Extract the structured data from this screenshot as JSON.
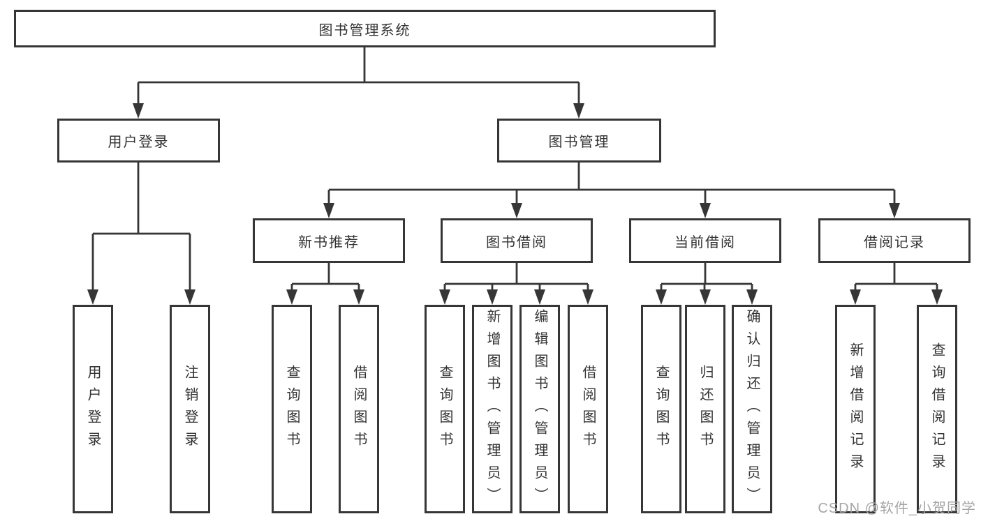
{
  "diagram": {
    "root": {
      "label": "图书管理系统"
    },
    "branches": [
      {
        "label": "用户登录"
      },
      {
        "label": "图书管理"
      }
    ],
    "modules": [
      {
        "label": "新书推荐"
      },
      {
        "label": "图书借阅"
      },
      {
        "label": "当前借阅"
      },
      {
        "label": "借阅记录"
      }
    ],
    "leaves": [
      {
        "label": "用户登录"
      },
      {
        "label": "注销登录"
      },
      {
        "label": "查询图书"
      },
      {
        "label": "借阅图书"
      },
      {
        "label": "查询图书"
      },
      {
        "label": "新增图书（管理员）"
      },
      {
        "label": "编辑图书（管理员）"
      },
      {
        "label": "借阅图书"
      },
      {
        "label": "查询图书"
      },
      {
        "label": "归还图书"
      },
      {
        "label": "确认归还（管理员）"
      },
      {
        "label": "新增借阅记录"
      },
      {
        "label": "查询借阅记录"
      }
    ]
  },
  "watermark": {
    "text": "CSDN @软件_小贺同学",
    "color": "#a6a6a6"
  },
  "colors": {
    "line": "#363636",
    "text": "#333333",
    "background": "#ffffff"
  }
}
